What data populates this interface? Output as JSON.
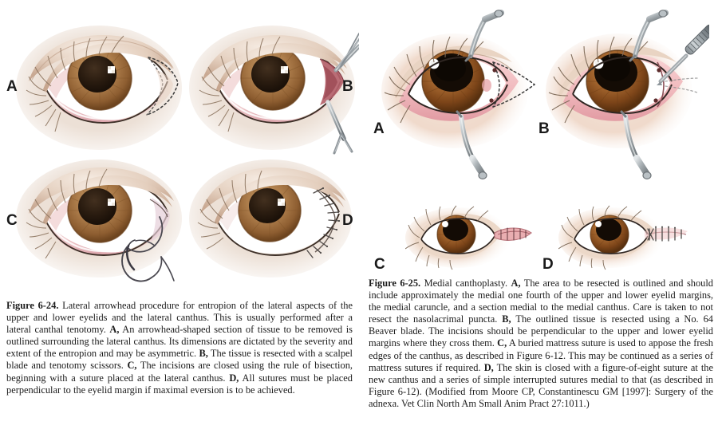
{
  "figures": [
    {
      "id": "figure-6-24",
      "number": "Figure 6-24.",
      "title": "Lateral arrowhead procedure for entropion of the lateral",
      "caption_runs": [
        {
          "b": "Figure 6-24."
        },
        {
          "t": " Lateral arrowhead procedure for entropion of the lateral aspects of the upper and lower eyelids and the lateral canthus. This is usually performed after a lateral canthal tenotomy. "
        },
        {
          "b": "A,"
        },
        {
          "t": " An arrowhead-shaped section of tissue to be removed is outlined surrounding the lateral canthus. Its dimensions are dictated by the severity and extent of the entropion and may be asymmetric. "
        },
        {
          "b": "B,"
        },
        {
          "t": " The tissue is resected with a scalpel blade and tenotomy scissors. "
        },
        {
          "b": "C,"
        },
        {
          "t": " The incisions are closed using the rule of bisection, beginning with a suture placed at the lateral canthus. "
        },
        {
          "b": "D,"
        },
        {
          "t": " All sutures must be placed perpendicular to the eyelid margin if maximal eversion is to be achieved."
        }
      ],
      "panels": [
        {
          "letter": "A",
          "description": "Arrowhead-shaped outline of tissue dotted at lateral canthus"
        },
        {
          "letter": "B",
          "description": "Tissue resected with scalpel blade and tenotomy scissors"
        },
        {
          "letter": "C",
          "description": "Incisions closed with curved needle and suture at lateral canthus"
        },
        {
          "letter": "D",
          "description": "Completed closure with perpendicular interrupted sutures"
        }
      ]
    },
    {
      "id": "figure-6-25",
      "number": "Figure 6-25.",
      "title": "Medial canthoplasty.",
      "caption_runs": [
        {
          "b": "Figure 6-25."
        },
        {
          "t": "  Medial canthoplasty. "
        },
        {
          "b": "A,"
        },
        {
          "t": " The area to be resected is outlined and should include approximately the medial one fourth of the upper and lower eyelid margins, the medial caruncle, and a section medial to the medial canthus. Care is taken to not resect the nasolacrimal puncta. "
        },
        {
          "b": "B,"
        },
        {
          "t": " The outlined tissue is resected using a No. 64 Beaver blade. The incisions should be perpendicular to the upper and lower eyelid margins where they cross them. "
        },
        {
          "b": "C,"
        },
        {
          "t": " A buried mattress suture is used to appose the fresh edges of the canthus, as described in Figure 6-12. This may be continued as a series of mattress sutures if required. "
        },
        {
          "b": "D,"
        },
        {
          "t": " The skin is closed with a figure-of-eight suture at the new canthus and a series of simple interrupted sutures medial to that (as described in Figure 6-12). (Modified from Moore CP, Constantinescu GM [1997]: Surgery of the adnexa. Vet Clin North Am Small Anim Pract 27:1011.)"
        }
      ],
      "panels": [
        {
          "letter": "A",
          "description": "Medial area outlined with dotted line, two stay hooks retracting eyelids"
        },
        {
          "letter": "B",
          "description": "Outlined tissue resected with a No. 64 Beaver blade"
        },
        {
          "letter": "C",
          "description": "Buried mattress suture apposing fresh edges of the canthus"
        },
        {
          "letter": "D",
          "description": "Skin closed with figure-of-eight and simple interrupted sutures"
        }
      ]
    }
  ],
  "labels": {
    "f24_a": "A",
    "f24_b": "B",
    "f24_c": "C",
    "f24_d": "D",
    "f25_a": "A",
    "f25_b": "B",
    "f25_c": "C",
    "f25_d": "D"
  },
  "colors": {
    "page_background": "#ffffff",
    "text": "#1b1b1b",
    "skin_light": "#f3e7dc",
    "skin_mid": "#e3cdbb",
    "skin_shadow": "#c9a892",
    "iris_amber": "#b07f4c",
    "iris_dark": "#7a4e23",
    "pupil": "#2b1c10",
    "conjunctiva_pink": "#efc3c4",
    "conjunctiva_deep": "#e09aa0",
    "raw_tissue_red": "#b4575f",
    "sclera_white": "#ffffff",
    "instrument_steel": "#9aa0a4",
    "instrument_dark": "#5f666b",
    "suture_dark": "#4a4a52",
    "outline_dotted": "#3a3a3a"
  }
}
